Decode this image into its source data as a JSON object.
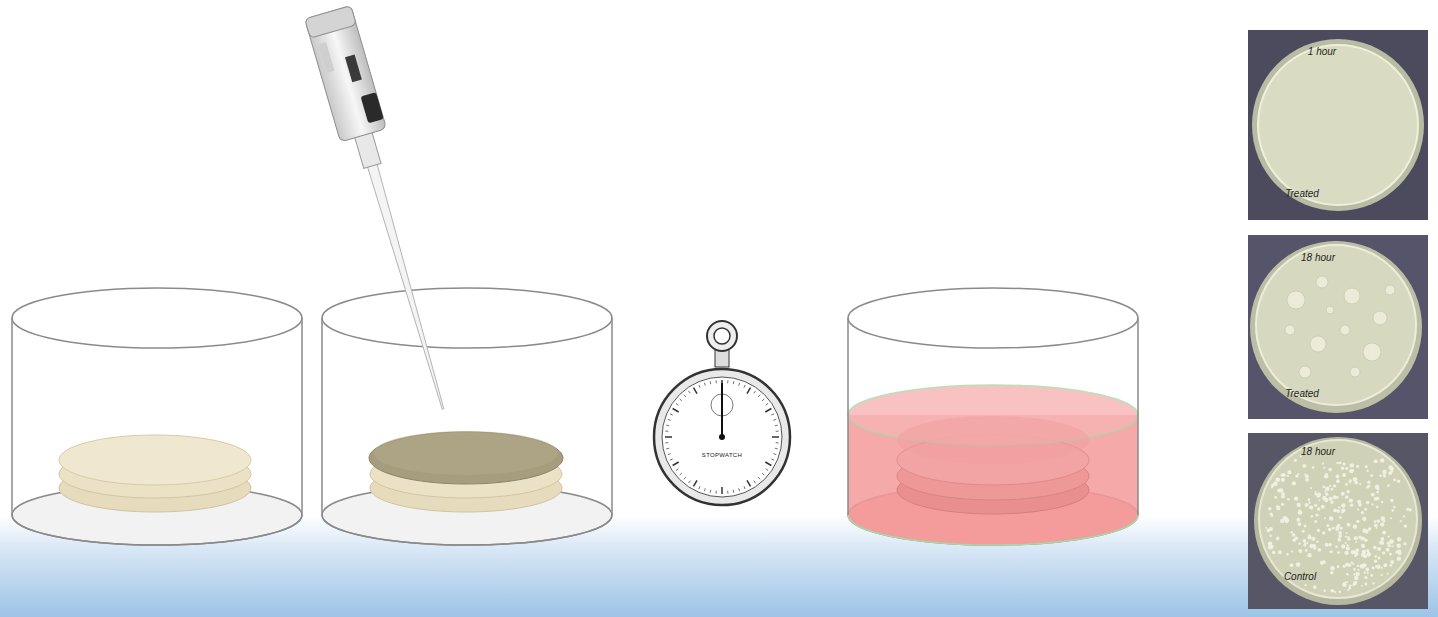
{
  "diagram": {
    "labels": [
      "STOPWATCH",
      "1 hour",
      "Treated",
      "18 hour",
      "Treated",
      "18 hour",
      "Control"
    ]
  }
}
